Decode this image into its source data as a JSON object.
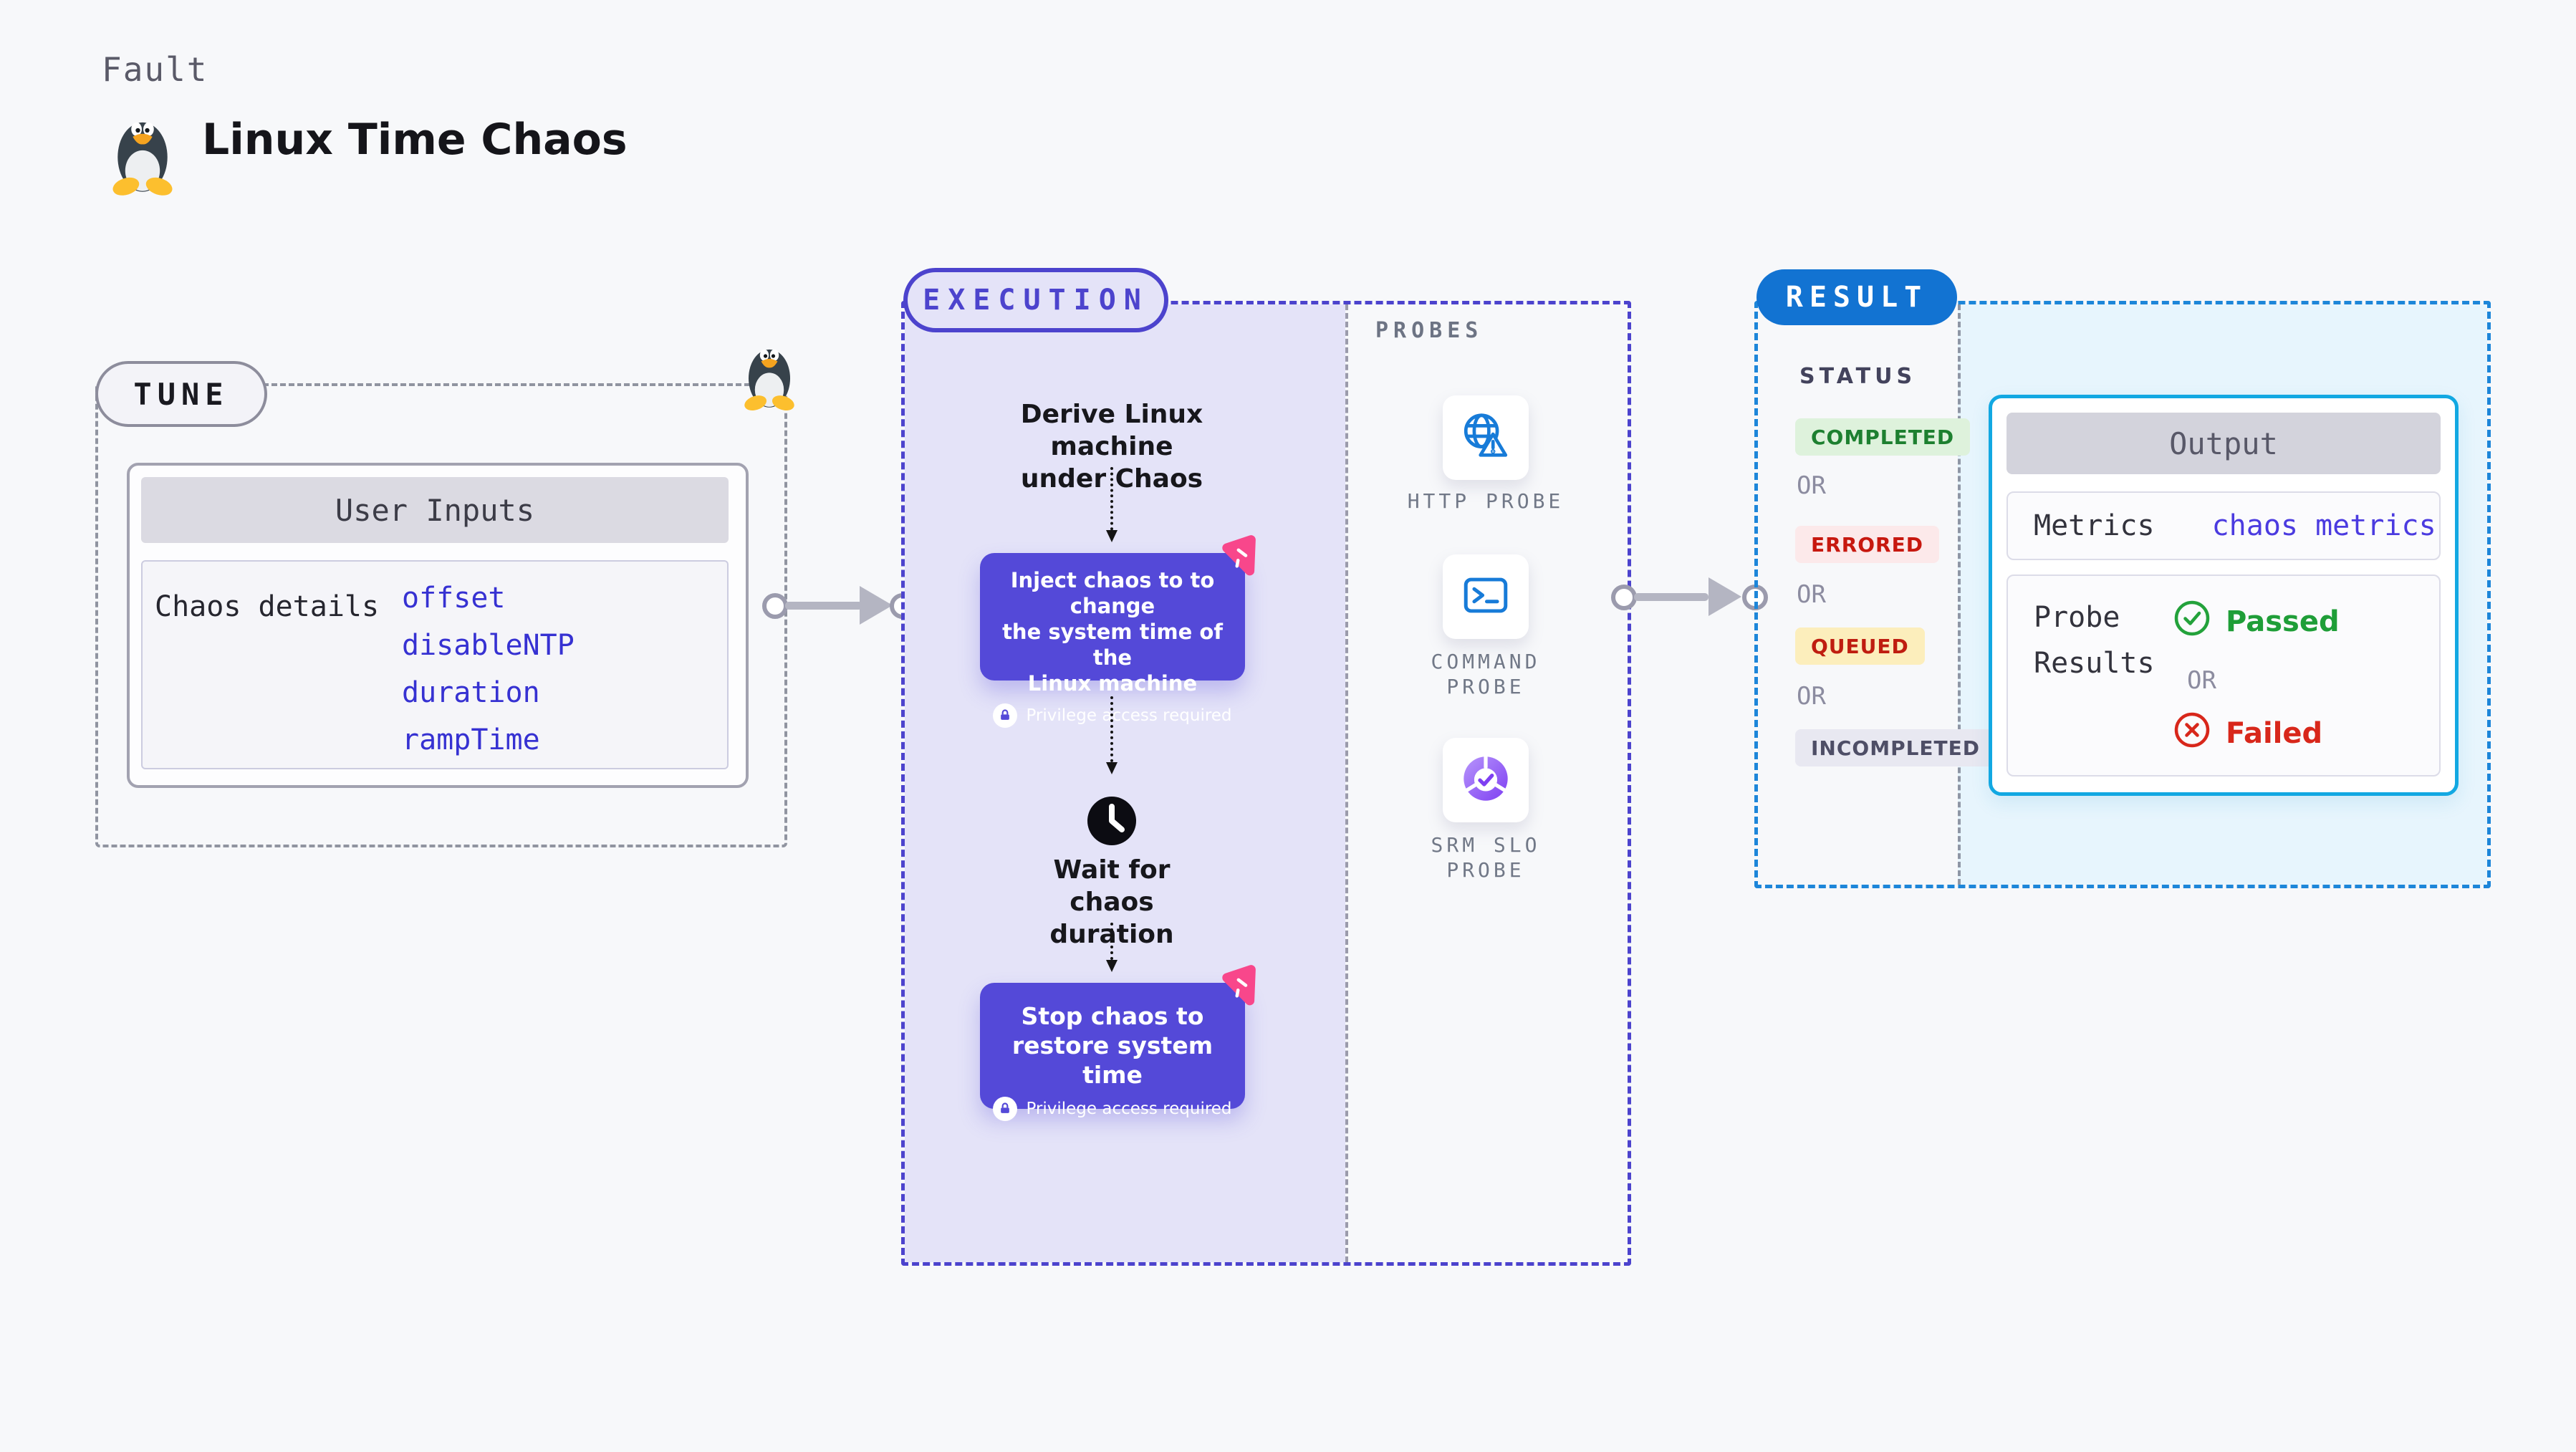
{
  "header": {
    "kicker": "Fault",
    "title": "Linux Time Chaos"
  },
  "tune": {
    "label": "TUNE",
    "card_title": "User Inputs",
    "row_label": "Chaos details",
    "values": [
      "offset",
      "disableNTP",
      "duration",
      "rampTime"
    ]
  },
  "execution": {
    "label": "EXECUTION",
    "derive_lines": [
      "Derive Linux machine",
      "under Chaos"
    ],
    "inject_lines": [
      "Inject chaos to to change",
      "the system time of the",
      "Linux machine"
    ],
    "wait_lines": [
      "Wait for chaos",
      "duration"
    ],
    "stop_lines": [
      "Stop chaos to",
      "restore system time"
    ],
    "privilege_note": "Privilege access required"
  },
  "probes": {
    "label": "PROBES",
    "items": [
      {
        "label": "HTTP PROBE",
        "icon": "globe-alert-icon"
      },
      {
        "label": "COMMAND PROBE",
        "icon": "terminal-icon"
      },
      {
        "label": "SRM SLO PROBE",
        "icon": "slo-pie-icon"
      }
    ]
  },
  "result": {
    "label": "RESULT",
    "status_title": "STATUS",
    "or_label": "OR",
    "statuses": [
      {
        "label": "COMPLETED",
        "type": "success"
      },
      {
        "label": "ERRORED",
        "type": "error"
      },
      {
        "label": "QUEUED",
        "type": "warning"
      },
      {
        "label": "INCOMPLETED",
        "type": "neutral"
      }
    ],
    "output": {
      "title": "Output",
      "metrics_label": "Metrics",
      "metrics_value": "chaos metrics",
      "probe_results_label": "Probe Results",
      "or_label": "OR",
      "passed_label": "Passed",
      "failed_label": "Failed"
    }
  },
  "colors": {
    "indigo_accent": "#4c43cd",
    "chaos_step_bg": "#5449d8",
    "lavender_panel": "#e4e3f8",
    "result_blue": "#1273d2",
    "cyan_border": "#12a8e2",
    "cyan_panel": "#e7f5fd",
    "value_blue": "#3631d2",
    "success_green": "#1f9e38",
    "fail_red": "#d8271b",
    "pink_logo": "#f8478b",
    "probe_icon_blue": "#177bd8",
    "srm_purple": "#7e3ff2"
  }
}
